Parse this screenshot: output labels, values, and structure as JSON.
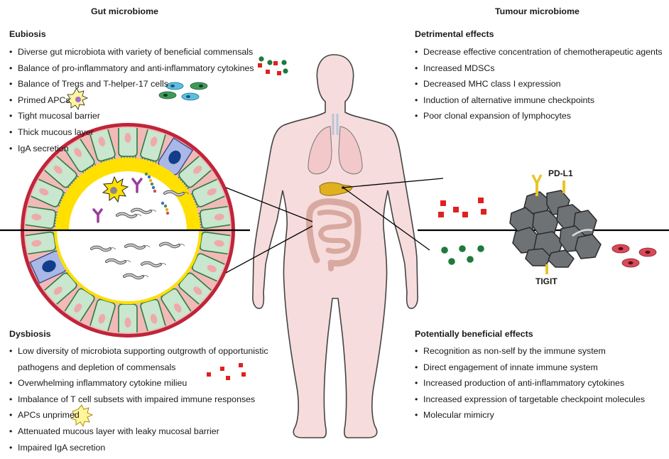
{
  "gut": {
    "title": "Gut microbiome",
    "eubiosis": {
      "heading": "Eubiosis",
      "items": [
        "Diverse gut microbiota with variety of beneficial commensals",
        "Balance of pro-inflammatory and anti-inflammatory cytokines",
        "Balance of Tregs and T-helper-17 cells",
        "Primed APCs",
        "Tight mucosal barrier",
        "Thick mucous layer",
        "IgA secretion"
      ]
    },
    "dysbiosis": {
      "heading": "Dysbiosis",
      "items": [
        "Low diversity of microbiota supporting outgrowth of opportunistic",
        "pathogens and depletion of commensals",
        "Overwhelming inflammatory cytokine milieu",
        "Imbalance of T cell subsets with impaired immune responses",
        "APCs unprimed",
        "Attenuated mucous layer with leaky mucosal barrier",
        "Impaired IgA secretion"
      ]
    }
  },
  "tumour": {
    "title": "Tumour microbiome",
    "detrimental": {
      "heading": "Detrimental effects",
      "items": [
        "Decrease effective concentration of chemotherapeutic agents",
        "Increased MDSCs",
        "Decreased MHC class I expression",
        "Induction of alternative immune checkpoints",
        "Poor clonal expansion of lymphocytes"
      ]
    },
    "beneficial": {
      "heading": "Potentially beneficial effects",
      "items": [
        "Recognition as non-self by the immune system",
        "Direct engagement of innate immune system",
        "Increased production of anti-inflammatory cytokines",
        "Increased expression of targetable checkpoint molecules",
        "Molecular mimicry"
      ]
    },
    "labels": {
      "pdl1": "PD-L1",
      "tigit": "TIGIT"
    }
  },
  "colors": {
    "skin": "#f6dcdc",
    "skin_outline": "#444444",
    "epithelium": "#c9e6cf",
    "epithelium_outline": "#2f7a3b",
    "nucleus": "#f0a9a9",
    "mucus": "#ffe000",
    "submucosa": "#c0253a",
    "apc_cell": "#a9b8e6",
    "apc_nucleus": "#123d8a",
    "cytokine_red": "#e02020",
    "cytokine_green": "#1f7a3a",
    "tumour": "#6f7275",
    "checkpoint": "#f2d23a",
    "lymphocyte_red": "#d84a5a"
  },
  "icons": [
    "bacterium-icon",
    "antibody-icon",
    "apc-icon",
    "t-cell-icon",
    "cytokine-icon",
    "tumour-cell-icon"
  ]
}
